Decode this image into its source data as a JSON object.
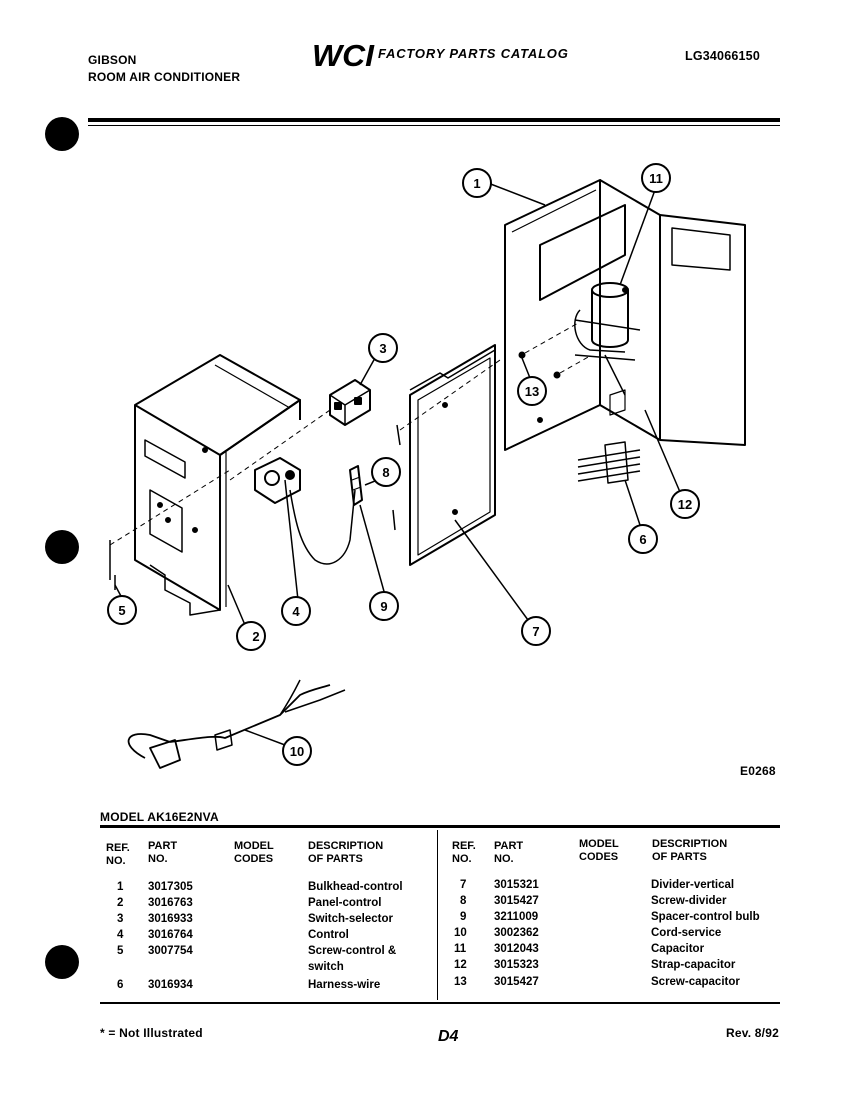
{
  "header": {
    "brand": "GIBSON",
    "product": "ROOM AIR CONDITIONER",
    "logo": "WCI",
    "catalog_title": "FACTORY PARTS CATALOG",
    "catalog_number": "LG34066150"
  },
  "diagram": {
    "callouts": [
      "1",
      "2",
      "3",
      "4",
      "5",
      "6",
      "7",
      "8",
      "9",
      "10",
      "11",
      "12",
      "13"
    ],
    "figure_id": "E0268"
  },
  "table": {
    "model_label": "MODEL AK16E2NVA",
    "headers": {
      "ref": [
        "REF.",
        "NO."
      ],
      "part": [
        "PART",
        "NO."
      ],
      "model": [
        "MODEL",
        "CODES"
      ],
      "desc": [
        "DESCRIPTION",
        "OF PARTS"
      ]
    },
    "left_rows": [
      {
        "ref": "1",
        "part": "3017305",
        "desc": "Bulkhead-control"
      },
      {
        "ref": "2",
        "part": "3016763",
        "desc": "Panel-control"
      },
      {
        "ref": "3",
        "part": "3016933",
        "desc": "Switch-selector"
      },
      {
        "ref": "4",
        "part": "3016764",
        "desc": "Control"
      },
      {
        "ref": "5",
        "part": "3007754",
        "desc": "Screw-control &"
      },
      {
        "ref": "",
        "part": "",
        "desc": "switch"
      },
      {
        "ref": "6",
        "part": "3016934",
        "desc": "Harness-wire"
      }
    ],
    "right_rows": [
      {
        "ref": "7",
        "part": "3015321",
        "desc": "Divider-vertical"
      },
      {
        "ref": "8",
        "part": "3015427",
        "desc": "Screw-divider"
      },
      {
        "ref": "9",
        "part": "3211009",
        "desc": "Spacer-control bulb"
      },
      {
        "ref": "10",
        "part": "3002362",
        "desc": "Cord-service"
      },
      {
        "ref": "11",
        "part": "3012043",
        "desc": "Capacitor"
      },
      {
        "ref": "12",
        "part": "3015323",
        "desc": "Strap-capacitor"
      },
      {
        "ref": "13",
        "part": "3015427",
        "desc": "Screw-capacitor"
      }
    ]
  },
  "footer": {
    "note": "* = Not Illustrated",
    "page": "D4",
    "revision": "Rev. 8/92"
  }
}
